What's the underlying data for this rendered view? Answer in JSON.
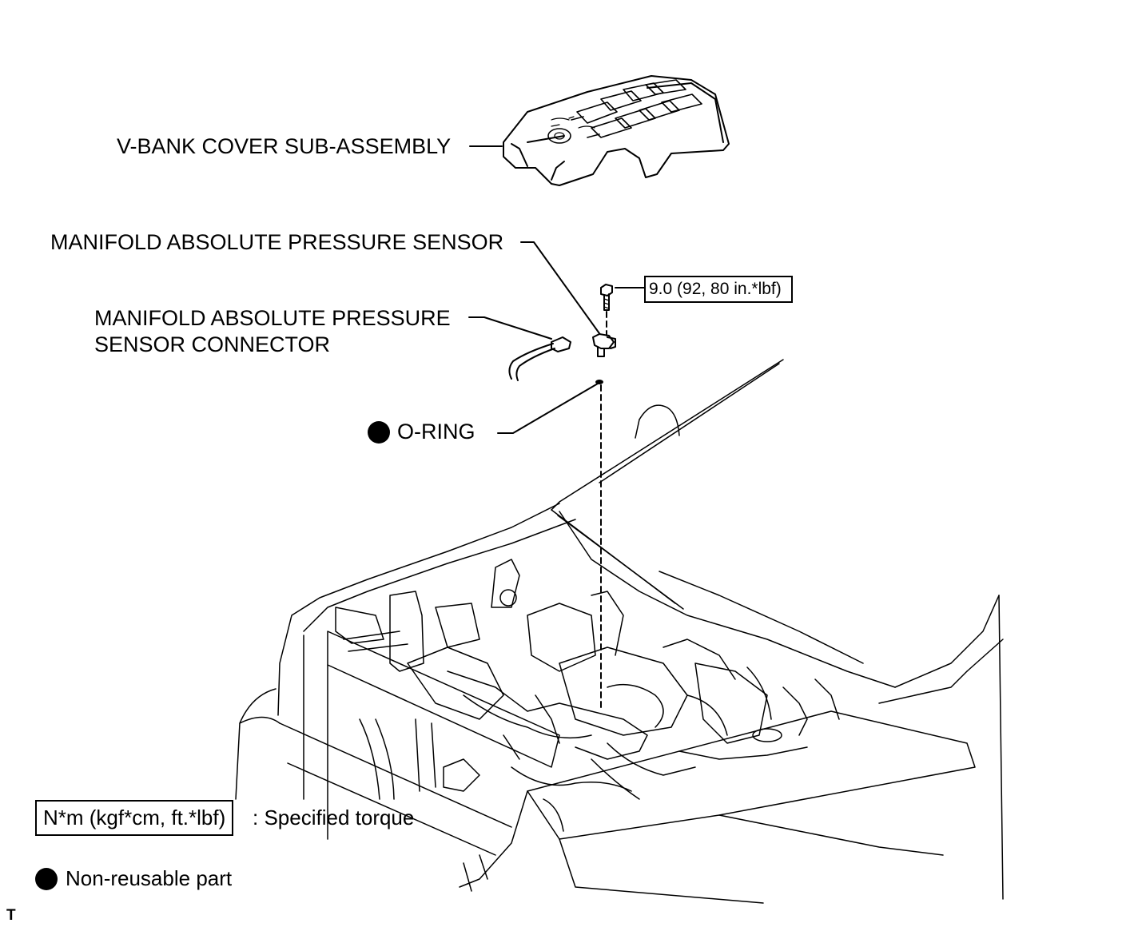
{
  "labels": {
    "vbank_cover": "V-BANK COVER SUB-ASSEMBLY",
    "map_sensor": "MANIFOLD ABSOLUTE PRESSURE SENSOR",
    "map_connector_line1": "MANIFOLD ABSOLUTE PRESSURE",
    "map_connector_line2": "SENSOR CONNECTOR",
    "oring": "O-RING"
  },
  "torque": {
    "value": "9.0 (92, 80 in.*lbf)"
  },
  "legend": {
    "torque_unit": "N*m (kgf*cm, ft.*lbf)",
    "torque_desc": ": Specified torque",
    "nonreusable": "Non-reusable part"
  },
  "corner_mark": "T"
}
